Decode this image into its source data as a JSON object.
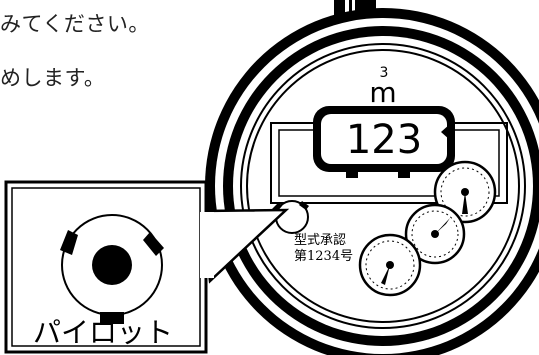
{
  "text": {
    "line1": "みてください。",
    "line2": "めします。"
  },
  "meter": {
    "unit": "m",
    "unit_superscript": "3",
    "counter": "123",
    "approval_line1": "型式承認",
    "approval_line2": "第1234号"
  },
  "callout": {
    "label": "パイロット"
  }
}
